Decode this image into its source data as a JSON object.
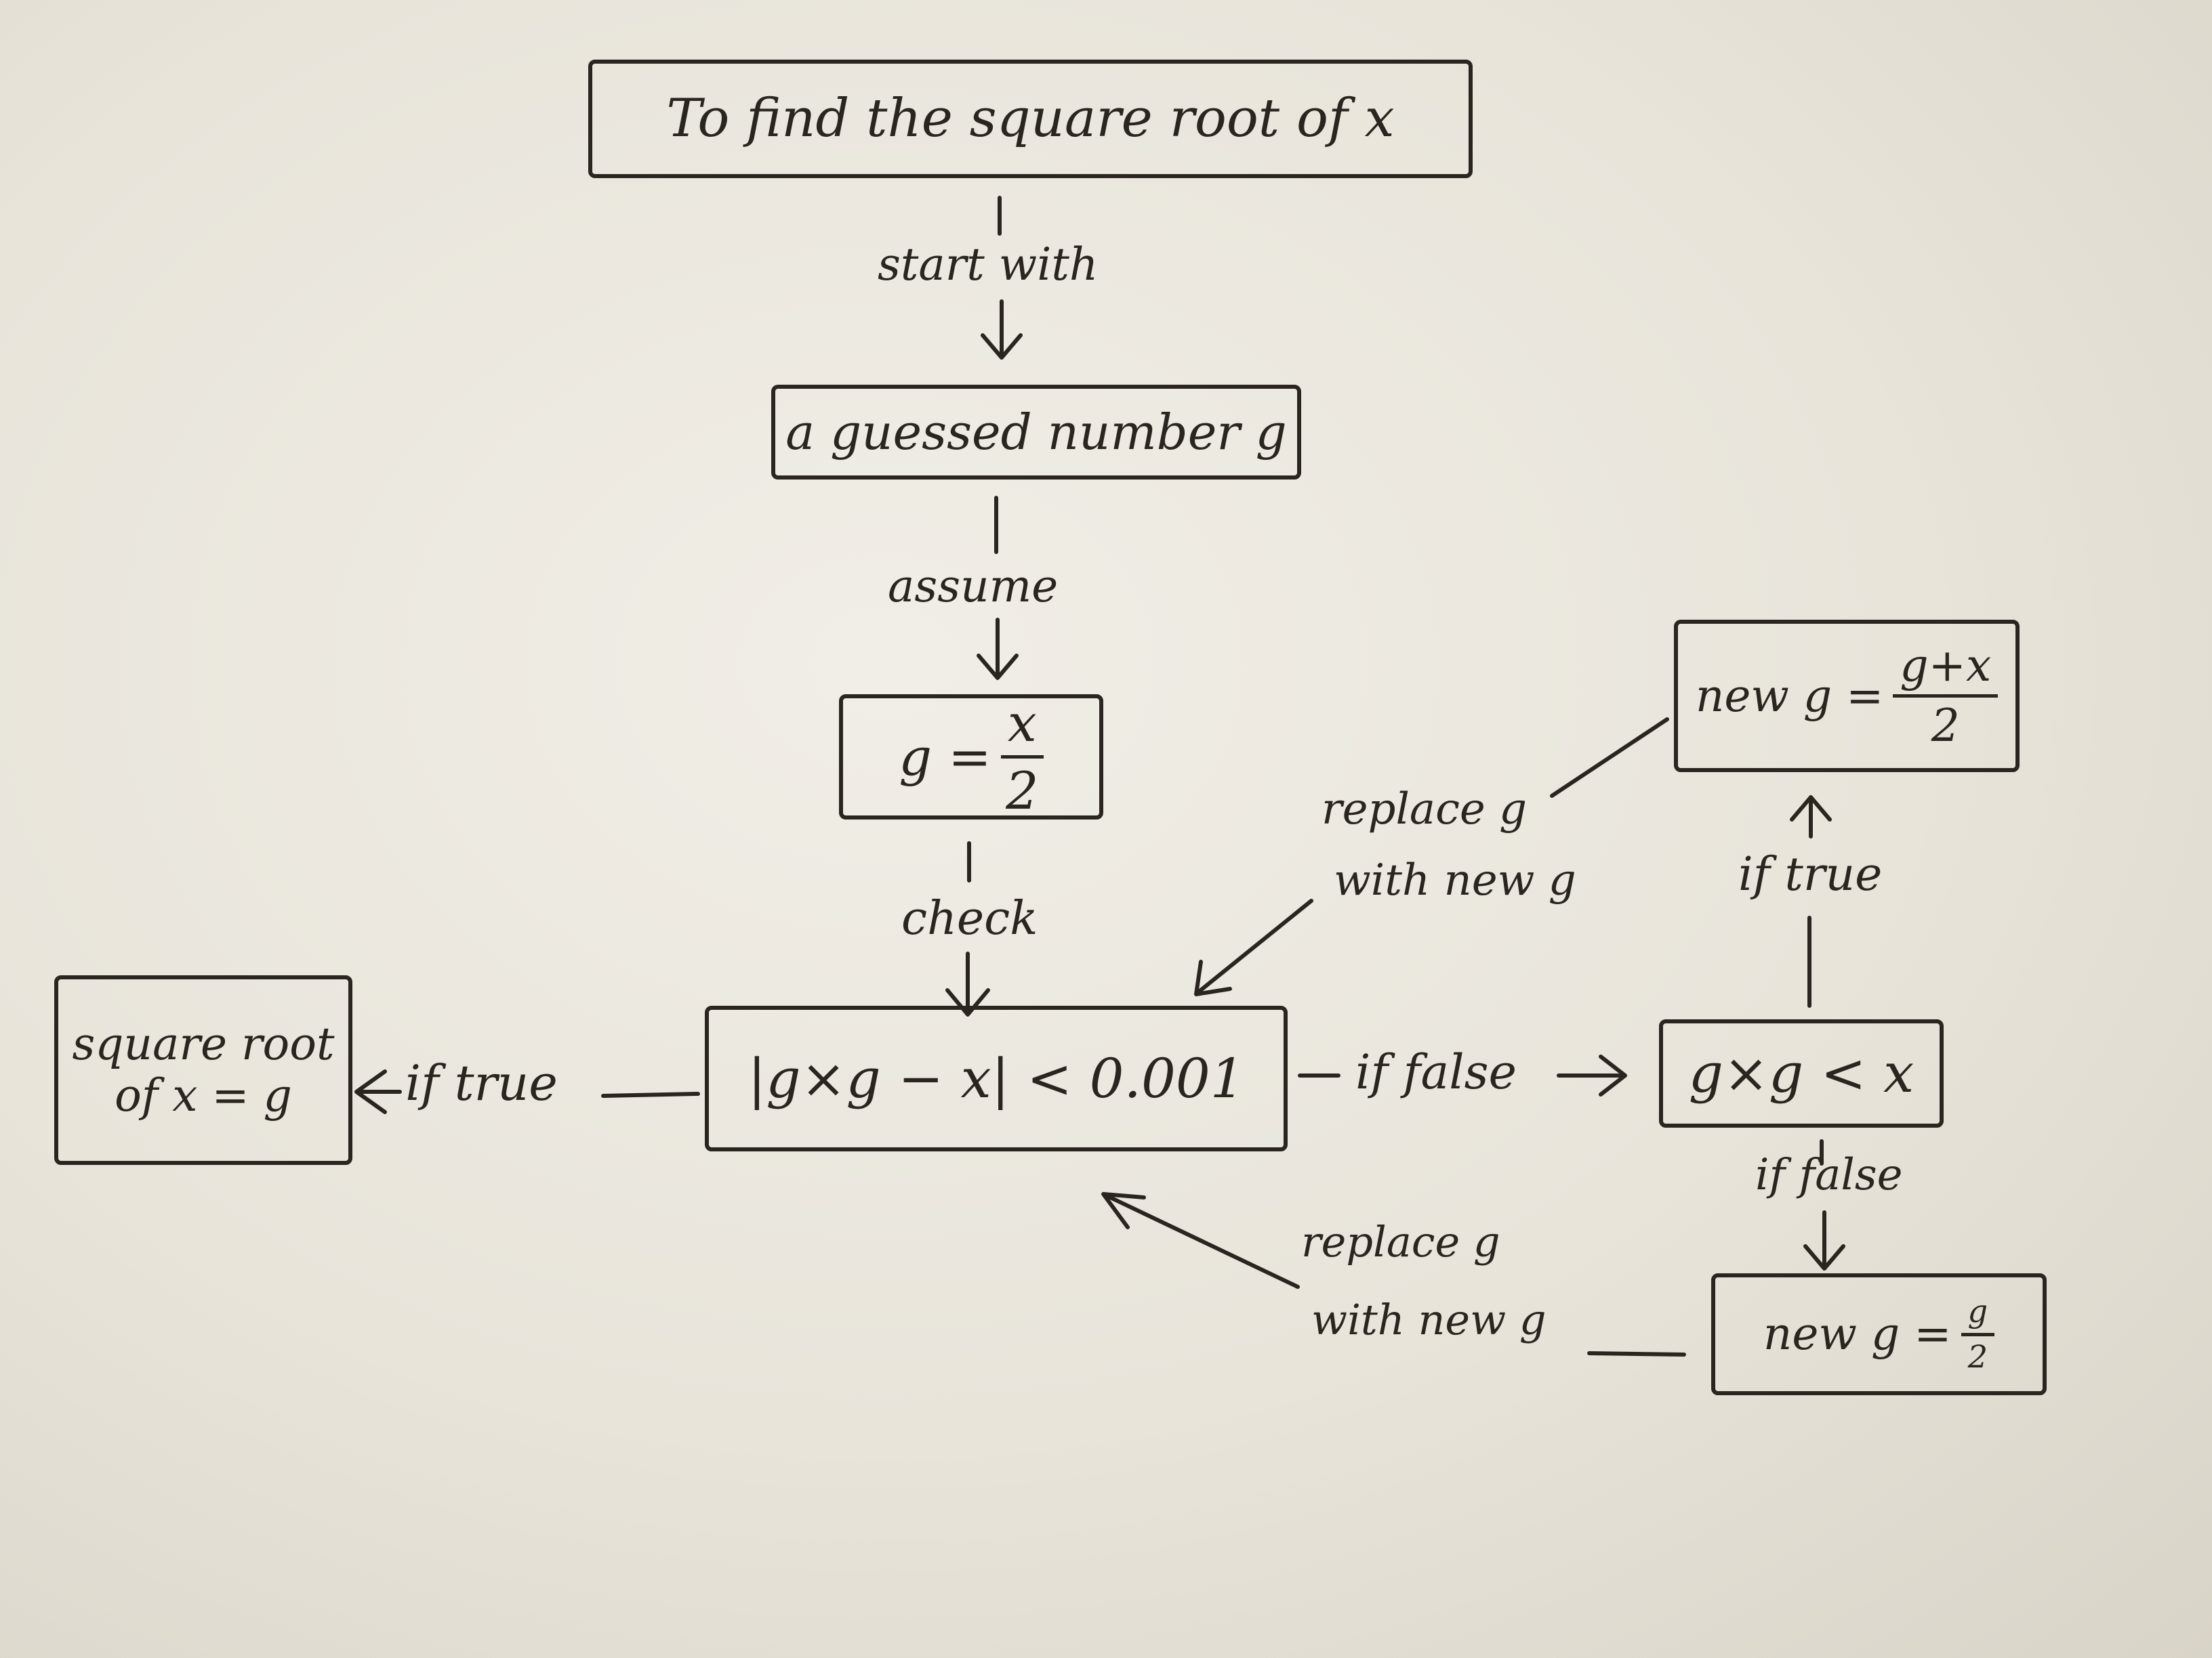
{
  "diagram": {
    "nodes": {
      "start": {
        "text": "To find the square root of x"
      },
      "guess": {
        "text": "a guessed number g"
      },
      "init": {
        "lhs": "g =",
        "num": "x",
        "den": "2"
      },
      "check": {
        "text": "|g×g − x| < 0.001"
      },
      "result": {
        "line1": "square root",
        "line2": "of x = g"
      },
      "compare": {
        "text": "g×g < x"
      },
      "new_up": {
        "lhs": "new g =",
        "num": "g+x",
        "den": "2"
      },
      "new_down": {
        "lhs": "new g =",
        "num": "g",
        "den": "2"
      }
    },
    "edge_labels": {
      "start_with": "start with",
      "assume": "assume",
      "check": "check",
      "if_true_result": "if true",
      "if_false_compare": "if false",
      "if_true_up": "if true",
      "if_false_down": "if false",
      "replace_up_1": "replace g",
      "replace_up_2": "with new g",
      "replace_down_1": "replace g",
      "replace_down_2": "with new g"
    }
  }
}
